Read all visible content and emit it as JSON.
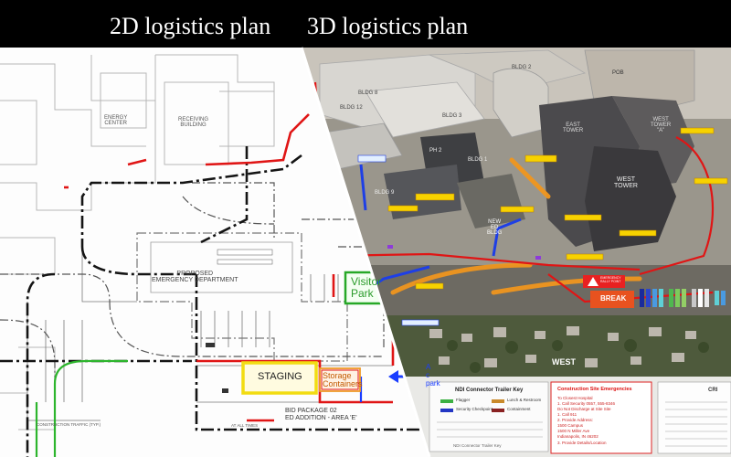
{
  "header": {
    "left_title": "2D logistics plan",
    "right_title": "3D logistics plan"
  },
  "plan2d": {
    "energy_center": "ENERGY\nCENTER",
    "receiving_building": "RECEIVING\nBUILDING",
    "proposed_ed": "PROPOSED\nEMERGENCY DEPARTMENT",
    "visitor_park": "Visitor\nPark",
    "staging": "STAGING",
    "storage_containers": "Storage\nContainers",
    "bid_package": "BID PACKAGE 02\nED ADDITION - AREA 'E'",
    "construction_traffic": "CONSTRUCTION TRAFFIC (TYP.)",
    "all_times": "AT ALL TIMES",
    "arrow_text": "A\nc\npark"
  },
  "plan3d": {
    "bldg2": "BLDG 2",
    "bldg12": "BLDG 12",
    "bldg3": "BLDG 3",
    "bldg8": "BLDG 8",
    "bldg9": "BLDG 9",
    "ph2": "PH 2",
    "bldg_mid": "BLDG 1",
    "pob": "POB",
    "east_tower": "EAST\nTOWER",
    "west_tower_a": "WEST\nTOWER\n\"A\"",
    "west_tower": "WEST\nTOWER",
    "new_ed": "NEW\nED\nBLDG",
    "break_label": "BREAK",
    "west_label": "WEST",
    "rally_point": "EMERGENCY\nRALLY POINT",
    "legend_title": "NDI Connector Trailer Key",
    "legend_items": [
      "Flagger",
      "Lunch & Restroom",
      "Security Checkpoint",
      "Containment"
    ],
    "emergency_title": "Construction Site Emergencies",
    "emergency_lines": [
      "To Closest Hospital",
      "1. Call Security 0557, 555-8346",
      "Do Not Discharge at Site Site",
      "1. Call 911",
      "2. Provide Address:",
      "  1500 Campus",
      "  1500 N Miller Ave",
      "  Indianapolis, IN 46202",
      "3. Provide Details/Location"
    ],
    "notes_title": "CRI",
    "bottom_cap": "NDI Connector Trailer Key"
  }
}
